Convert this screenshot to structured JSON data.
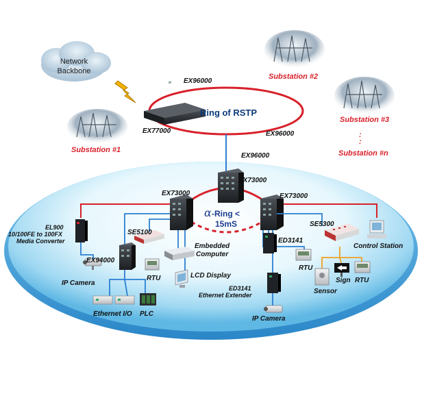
{
  "backbone": {
    "line1": "Network",
    "line2": "Backbone"
  },
  "top_ring": {
    "label": "Ring of RSTP"
  },
  "devices": {
    "ex96000_top": "EX96000",
    "ex96000_right": "EX96000",
    "ex96000_center": "EX96000",
    "ex77000": "EX77000",
    "ex73000_left": "EX73000",
    "ex73000_center": "EX73000",
    "ex73000_right": "EX73000",
    "el900_name": "EL900",
    "el900_line2": "10/100FE to 100FX",
    "el900_line3": "Media Converter",
    "se5100": "SE5100",
    "se5300": "SE5300",
    "ex94000": "EX94000",
    "ed3141_top": "ED3141",
    "ed3141_bottom": "ED3141",
    "ethernet_extender": "Ethernet Extender",
    "embedded_line1": "Embedded",
    "embedded_line2": "Computer",
    "lcd_display": "LCD Display",
    "ip_camera_left": "IP Camera",
    "ip_camera_bottom": "IP Camera",
    "ethernet_io": "Ethernet I/O",
    "plc": "PLC",
    "rtu_left": "RTU",
    "rtu_mid": "RTU",
    "rtu_right": "RTU",
    "sensor": "Sensor",
    "sign": "Sign",
    "control_station": "Control Station"
  },
  "substations": {
    "s1": "Substation #1",
    "s2": "Substation #2",
    "s3": "Substation #3",
    "dots": ":",
    "sn": "Substation #n"
  },
  "inner_ring": {
    "symbol": "α",
    "line1": "-Ring <",
    "line2": "15mS"
  },
  "colors": {
    "red_line": "#d8202a",
    "blue_line": "#2b7fd0",
    "orange_line": "#f0a020",
    "ellipse": "#bfe8f8"
  }
}
